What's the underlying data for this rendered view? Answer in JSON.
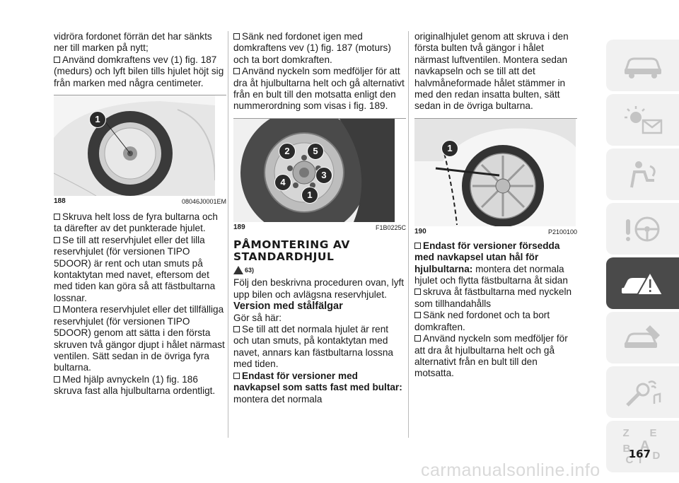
{
  "col1": {
    "p1": "vidröra fordonet förrän det har sänkts ner till marken på nytt;",
    "b1": "Använd domkraftens vev (1) fig. 187 (medurs) och lyft bilen tills hjulet höjt sig från marken med några centimeter.",
    "fig_number": "188",
    "fig_code": "08046J0001EM",
    "callout": "1",
    "b2": "Skruva helt loss de fyra bultarna och ta därefter av det punkterade hjulet.",
    "b3": "Se till att reservhjulet eller det lilla reservhjulet (för versionen TIPO 5DOOR) är rent och utan smuts på kontaktytan med navet, eftersom det med tiden kan göra så att fästbultarna lossnar.",
    "b4": "Montera reservhjulet eller det tillfälliga reservhjulet (för versionen TIPO 5DOOR) genom att sätta i den första skruven två gängor djupt i hålet närmast ventilen. Sätt sedan in de övriga fyra bultarna.",
    "b5": "Med hjälp avnyckeln (1) fig. 186 skruva fast alla hjulbultarna ordentligt."
  },
  "col2": {
    "b1": "Sänk ned fordonet igen med domkraftens vev (1) fig. 187 (moturs) och ta bort domkraften.",
    "b2": "Använd nyckeln som medföljer för att dra åt hjulbultarna helt och gå alternativt från en bult till den motsatta enligt den nummerordning som visas i fig. 189.",
    "fig_number": "189",
    "fig_code": "F1B0225C",
    "callouts": [
      "2",
      "5",
      "3",
      "4",
      "1"
    ],
    "heading": "PÅMONTERING AV STANDARDHJUL",
    "warning_ref": "63)",
    "p1": "Följ den beskrivna proceduren ovan, lyft upp bilen och avlägsna reservhjulet.",
    "subheading": "Version med stålfälgar",
    "p2": "Gör så här:",
    "b3": "Se till att det normala hjulet är rent och utan smuts, på kontaktytan med navet, annars kan fästbultarna lossna med tiden.",
    "b4_bold": "Endast för versioner med navkapsel som satts fast med bultar:",
    "b4_rest": " montera det normala"
  },
  "col3": {
    "p1": "originalhjulet genom att skruva i den första bulten två gängor i hålet närmast luftventilen. Montera sedan navkapseln och se till att det halvmåneformade hålet stämmer in med den redan insatta bulten, sätt sedan in de övriga bultarna.",
    "fig_number": "190",
    "fig_code": "P2100100",
    "callout": "1",
    "b1_bold": "Endast för versioner försedda med navkapsel utan hål för hjulbultarna:",
    "b1_rest": " montera det normala hjulet och flytta fästbultarna åt sidan",
    "b2": "skruva åt fästbultarna med nyckeln som tillhandahålls",
    "b3": "Sänk ned fordonet och ta bort domkraften.",
    "b4": "Använd nyckeln som medföljer för att dra åt hjulbultarna helt och gå alternativt från en bult till den motsatta."
  },
  "sidebar": {
    "tabs": [
      "car-icon",
      "dashboard-lights-icon",
      "airbag-seat-icon",
      "steering-wheel-icon",
      "warning-triangle-icon",
      "car-service-icon",
      "multimedia-icon",
      "alphabet-index-icon"
    ],
    "active_index": 4,
    "index_letters": [
      "Z",
      "E",
      "A",
      "B",
      "C",
      "T",
      "D"
    ]
  },
  "page_number": "167",
  "watermark": "carmanualsonline.info",
  "colors": {
    "sidebar_tab": "#f1f1f1",
    "sidebar_active": "#4a4a4a",
    "text": "#1a1a1a"
  }
}
